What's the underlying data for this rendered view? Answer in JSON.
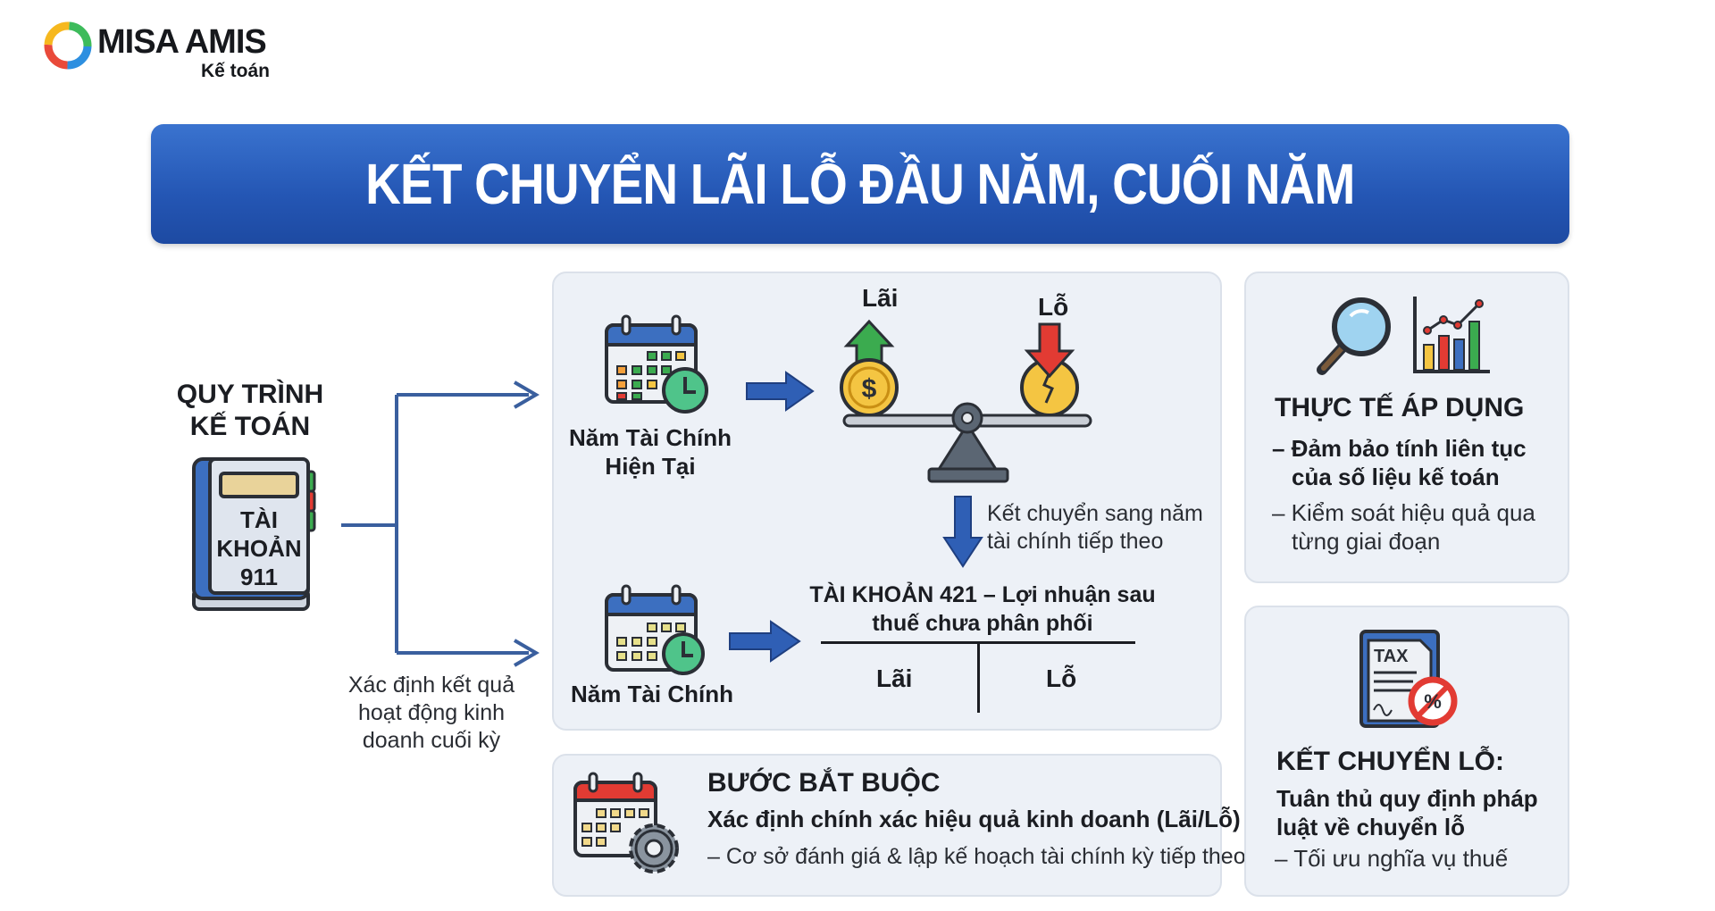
{
  "logo": {
    "brand": "MISA AMIS",
    "product": "Kế toán"
  },
  "title": "KẾT CHUYỂN LÃI LỖ ĐẦU NĂM, CUỐI NĂM",
  "left": {
    "heading_line1": "QUY TRÌNH",
    "heading_line2": "KẾ TOÁN",
    "book_line1": "TÀI",
    "book_line2": "KHOẢN",
    "book_line3": "911",
    "caption_line1": "Xác định kết quả",
    "caption_line2": "hoạt động kinh",
    "caption_line3": "doanh cuối kỳ"
  },
  "flow": {
    "current_year_line1": "Năm Tài Chính",
    "current_year_line2": "Hiện Tại",
    "profit_label": "Lãi",
    "loss_label": "Lỗ",
    "transfer_line1": "Kết chuyển sang năm",
    "transfer_line2": "tài chính tiếp theo",
    "next_year": "Năm Tài Chính",
    "account_line1": "TÀI KHOẢN 421 – Lợi nhuận sau",
    "account_line2": "thuế chưa phân phối",
    "t_left": "Lãi",
    "t_right": "Lỗ"
  },
  "mandatory": {
    "title": "BƯỚC BẮT BUỘC",
    "subtitle": "Xác định chính xác hiệu quả kinh doanh (Lãi/Lỗ)",
    "note": "– Cơ sở đánh giá & lập kế hoạch tài chính kỳ tiếp theo"
  },
  "practice": {
    "title": "THỰC TẾ ÁP DỤNG",
    "b1_line1": "– Đảm bảo tính liên tục",
    "b1_line2": "của số liệu kế toán",
    "b2_line1": "– Kiểm soát hiệu quả qua",
    "b2_line2": "từng giai đoạn"
  },
  "loss_transfer": {
    "icon_text": "TAX",
    "title": "KẾT CHUYỂN LỖ:",
    "line1": "Tuân thủ quy định pháp",
    "line2": "luật về chuyển lỗ",
    "line3": "– Tối ưu nghĩa vụ thuế"
  },
  "colors": {
    "banner": "#2456b4",
    "arrow": "#2f5fb5",
    "profit": "#3bab4f",
    "loss": "#e23b33",
    "coin": "#f4c542"
  }
}
